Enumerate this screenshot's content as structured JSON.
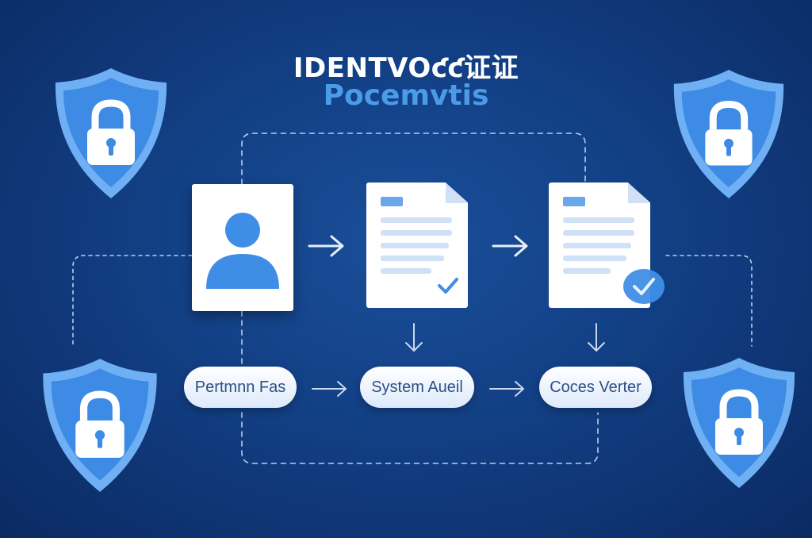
{
  "title": "IDENTVOƈƈ证证",
  "subtitle": "Pocemvtis",
  "steps": [
    {
      "label": "Pertmnn Fas"
    },
    {
      "label": "System Aueil"
    },
    {
      "label": "Coces Verter"
    }
  ],
  "icons": {
    "person_document": "person-icon",
    "document_checked": "document-check-icon",
    "document_verified": "document-verified-icon",
    "shields": "shield-lock-icon"
  },
  "colors": {
    "background": "#123f84",
    "accent": "#3f8ee6",
    "card": "#ffffff",
    "connector": "#b9cdea"
  }
}
